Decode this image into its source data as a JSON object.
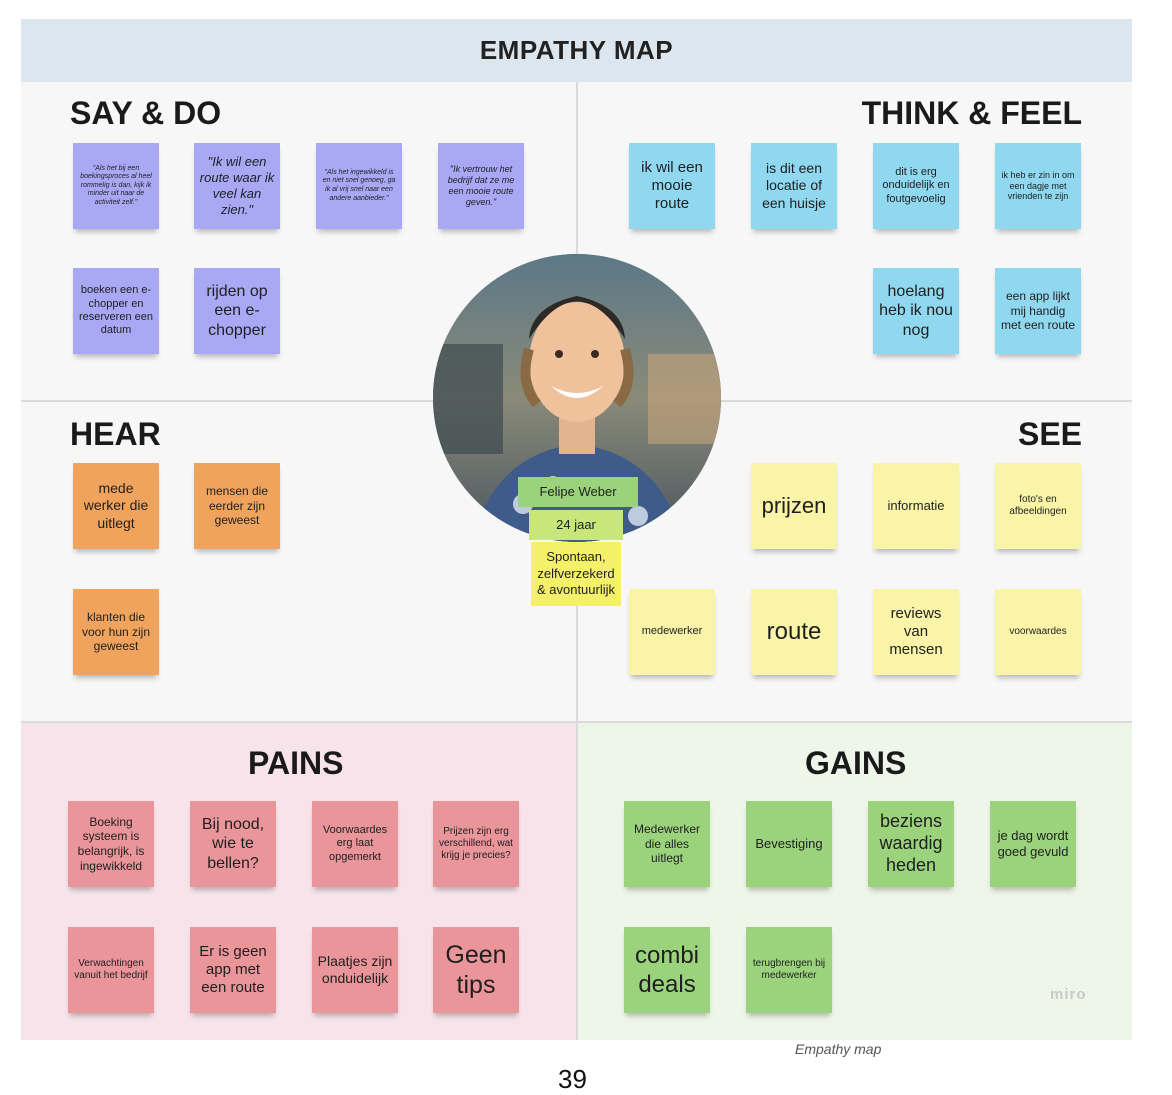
{
  "title": "EMPATHY MAP",
  "sections": {
    "say_do": "SAY & DO",
    "think_feel": "THINK & FEEL",
    "hear": "HEAR",
    "see": "SEE",
    "pains": "PAINS",
    "gains": "GAINS"
  },
  "persona": {
    "name": "Felipe Weber",
    "age": "24 jaar",
    "traits": "Spontaan, zelfverzekerd & avontuurlijk"
  },
  "say_do": [
    "\"Als het bij een boekingsproces al heel rommelig is dan, kijk ik minder uit naar de activiteit zelf.\"",
    "\"Ik wil een route waar ik veel kan zien.\"",
    "\"Als het ingewikkeld is en niet snel genoeg, ga ik al vrij snel naar een andere aanbieder.\"",
    "\"Ik vertrouw het bedrijf dat ze me een mooie route geven.\"",
    "boeken een e-chopper en reserveren een datum",
    "rijden op een e-chopper"
  ],
  "think_feel": [
    "ik wil een mooie route",
    "is dit een locatie of een huisje",
    "dit is erg onduidelijk en foutgevoelig",
    "ik heb er zin in om een dagje met vrienden te zijn",
    "hoelang heb ik nou nog",
    "een app lijkt mij handig met een route"
  ],
  "hear": [
    "mede werker die uitlegt",
    "mensen die eerder zijn geweest",
    "klanten die voor hun zijn geweest"
  ],
  "see": [
    "prijzen",
    "informatie",
    "foto's en afbeeldingen",
    "medewerker",
    "route",
    "reviews van mensen",
    "voorwaardes"
  ],
  "pains": [
    "Boeking systeem is belangrijk, is ingewikkeld",
    "Bij nood, wie te bellen?",
    "Voorwaardes erg laat opgemerkt",
    "Prijzen zijn erg verschillend, wat krijg je precies?",
    "Verwachtingen vanuit het bedrijf",
    "Er is geen app met een route",
    "Plaatjes zijn onduidelijk",
    "Geen tips"
  ],
  "gains": [
    "Medewerker die alles uitlegt",
    "Bevestiging",
    "beziens waardig heden",
    "je dag wordt goed gevuld",
    "combi deals",
    "terugbrengen bij medewerker"
  ],
  "watermark": "miro",
  "caption": "Empathy map",
  "page_number": "39",
  "colors": {
    "title_bar": "#dce6ef",
    "say_do": "#a8a8f4",
    "think_feel": "#8fd8f0",
    "hear": "#f0a35c",
    "see": "#faf4a8",
    "pains": "#e9959a",
    "gains": "#9bd37c",
    "pains_zone": "#f6e4ea",
    "gains_zone": "#eef5e9",
    "persona_name": "#9bd37c",
    "persona_age": "#c8e67a",
    "persona_traits": "#f5f06a"
  }
}
